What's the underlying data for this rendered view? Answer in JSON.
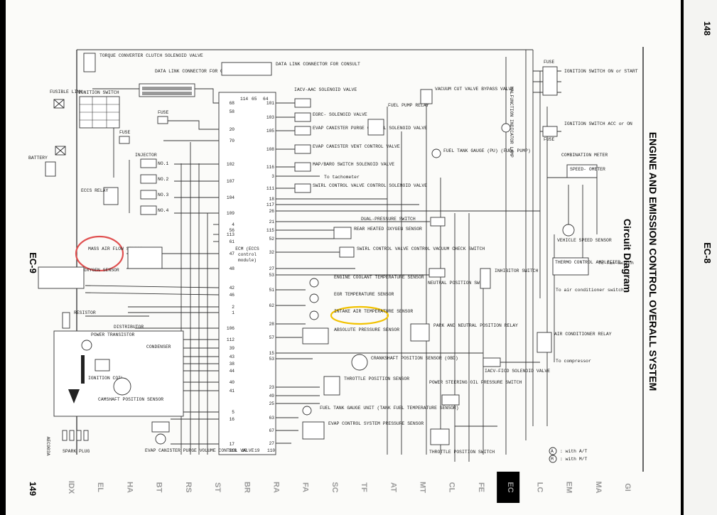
{
  "page": {
    "left_page_number": "149",
    "left_section": "EC-9",
    "figure_code": "AEC903A",
    "right_page_number": "148",
    "right_section": "EC-8"
  },
  "header": {
    "title": "ENGINE AND EMISSION CONTROL OVERALL SYSTEM",
    "subtitle": "Circuit Diagram"
  },
  "ecm": {
    "label": [
      "ECM (ECCS",
      "control",
      "module)"
    ],
    "left_pins": [
      "68",
      "58",
      "20",
      "70",
      "102",
      "107",
      "104",
      "109",
      "4",
      "56",
      "113",
      "61",
      "47",
      "48",
      "42",
      "46",
      "2",
      "1",
      "106",
      "112",
      "39",
      "43",
      "38",
      "44",
      "40",
      "41",
      "5",
      "16",
      "17"
    ],
    "right_pins": [
      "101",
      "103",
      "105",
      "108",
      "116",
      "3",
      "111",
      "18",
      "117",
      "26",
      "21",
      "115",
      "52",
      "32",
      "27",
      "53",
      "51",
      "62",
      "28",
      "57",
      "15",
      "53",
      "23",
      "49",
      "25",
      "63",
      "67",
      "27"
    ],
    "top_pins": [
      "114",
      "65",
      "64"
    ],
    "bottom_pins": [
      "118",
      "10",
      "19",
      "110"
    ]
  },
  "components": {
    "torque_converter": "TORQUE CONVERTER CLUTCH SOLENOID VALVE",
    "data_link_gst": "DATA LINK CONNECTOR FOR GST",
    "data_link_consult": "DATA LINK CONNECTOR FOR CONSULT",
    "fusible_link": "FUSIBLE LINK",
    "ignition_switch": "IGNITION SWITCH",
    "fuse": "FUSE",
    "battery": "BATTERY",
    "injector": "INJECTOR",
    "injector_numbers": [
      "NO.1",
      "NO.2",
      "NO.3",
      "NO.4"
    ],
    "eccs_relay": "ECCS RELAY",
    "maf_sensor": "MASS AIR FLOW SENSOR",
    "front_o2": "FRONT HEATED OXYGEN SENSOR",
    "resistor": "RESISTOR",
    "distributor": "DISTRIBUTOR",
    "power_transistor": "POWER TRANSISTOR",
    "condenser": "CONDENSER",
    "ignition_coil": "IGNITION COIL",
    "camshaft_sensor": "CAMSHAFT POSITION SENSOR",
    "spark_plug": "SPARK PLUG",
    "evap_purge_volume": "EVAP CANISTER PURGE VOLUME CONTROL VALVE",
    "iacv_aac": "IACV-AAC SOLENOID VALVE",
    "egrc": "EGRC- SOLENOID VALVE",
    "evap_purge_control": "EVAP CANISTER PURGE CONTROL SOLENOID VALVE",
    "evap_vent": "EVAP CANISTER VENT CONTROL VALVE",
    "map_baro": "MAP/BARO SWITCH SOLENOID VALVE",
    "to_tachometer": "To tachometer",
    "swirl_solenoid": "SWIRL CONTROL VALVE CONTROL SOLENOID VALVE",
    "fuel_pump_relay": "FUEL PUMP RELAY",
    "vacuum_cut": "VACUUM CUT VALVE BYPASS VALVE",
    "fuel_tank_gauge": "FUEL TANK GAUGE (PU) (FUEL PUMP)",
    "dual_pressure": "DUAL-PRESSURE SWITCH",
    "rear_o2": "REAR HEATED OXYGEN SENSOR",
    "swirl_vacuum": "SWIRL CONTROL VALVE CONTROL VACUUM CHECK SWITCH",
    "coolant_temp": "ENGINE COOLANT TEMPERATURE SENSOR",
    "egr_temp": "EGR TEMPERATURE SENSOR",
    "intake_air_temp": "INTAKE AIR TEMPERATURE SENSOR",
    "absolute_pressure": "ABSOLUTE PRESSURE SENSOR",
    "crankshaft": "CRANKSHAFT POSITION SENSOR (OBD)",
    "throttle_position": "THROTTLE POSITION SENSOR",
    "fuel_tank_unit": "FUEL TANK GAUGE UNIT (TANK FUEL TEMPERATURE SENSOR)",
    "evap_pressure": "EVAP CONTROL SYSTEM PRESSURE SENSOR",
    "closed_throttle": "THROTTLE POSITION SWITCH",
    "malfunction_lamp": "MALFUNCTION INDICATOR LAMP",
    "neutral_switch": "NEUTRAL POSITION SWITCH",
    "inhibitor_switch": "INHIBITOR SWITCH",
    "park_neutral_relay": "PARK AND NEUTRAL POSITION RELAY",
    "power_steering": "POWER STEERING OIL PRESSURE SWITCH",
    "iacv_ficd": "IACV-FICD SOLENOID VALVE",
    "ign_on_start": "IGNITION SWITCH ON or START",
    "ign_acc_on": "IGNITION SWITCH ACC or ON",
    "combination_meter": "COMBINATION METER",
    "speedometer": "SPEED- OMETER",
    "vehicle_speed": "VEHICLE SPEED SENSOR",
    "thermo_control": "THERMO CONTROL AMPLIFIER",
    "to_fan_switch": "To fan switch",
    "to_ac_switch": "To air conditioner switch",
    "ac_relay": "AIR CONDITIONER RELAY",
    "to_compressor": "To compressor"
  },
  "legend": [
    {
      "symbol": "A",
      "text": ": with A/T"
    },
    {
      "symbol": "M",
      "text": ": with M/T"
    }
  ],
  "annotations": {
    "maf_circle_color": "#e05050",
    "iat_highlight_color": "#f2c200"
  },
  "section_tabs": {
    "items": [
      "IDX",
      "EL",
      "HA",
      "BT",
      "RS",
      "ST",
      "BR",
      "RA",
      "FA",
      "SC",
      "TF",
      "AT",
      "MT",
      "CL",
      "FE",
      "EC",
      "LC",
      "EM",
      "MA",
      "GI"
    ],
    "active": "EC",
    "active_bg": "#000000"
  }
}
